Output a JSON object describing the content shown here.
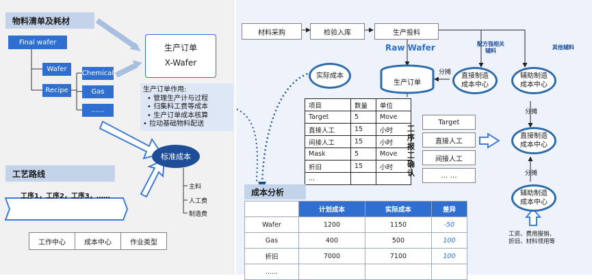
{
  "left": {
    "bom_title": "物料清单及耗材",
    "final_wafer": "Final wafer",
    "wafer": "Wafer",
    "recipe": "Recipe",
    "chemical": "Chemical",
    "gas": "Gas",
    "more": "......",
    "order_title": "生产订单",
    "order_sub": "X-Wafer",
    "role_title": "生产订单作用:",
    "role_items": [
      "管理生产计与过程",
      "归集料工费等成本",
      "生产订单成本核算"
    ],
    "role_extra": "• 拉动基础物料配送",
    "standard_cost": "标准成本",
    "route_title": "工艺路线",
    "steps": "工序1，工序2，工序3，……",
    "bottom_boxes": [
      "工作中心",
      "成本中心",
      "作业类型"
    ],
    "cost_items": [
      "主料",
      "人工费",
      "制造费"
    ]
  },
  "right": {
    "flow": [
      "材料采购",
      "检验入库",
      "生产投料"
    ],
    "raw_wafer": "Raw Wafer",
    "recipe_label": "配方强相关\n辅料",
    "other_label": "其他辅料",
    "actual_cost": "实际成本",
    "order": "生产订单",
    "share1": "分摊",
    "direct_center_top": "直接制造\n成本中心",
    "aux_center_top": "辅助制造\n成本中心",
    "share2": "分摊",
    "direct_center_mid": "直接制造\n成本中心",
    "share3": "分摊",
    "aux_center_bot": "辅助制造\n成本中心",
    "bottom_note": "工资、费用报销、\n折旧、材料领用等",
    "confirm_label": "工序报工确认",
    "confirm_items": [
      "Target",
      "直接人工",
      "间接人工",
      "… …"
    ],
    "project_table": {
      "headers": [
        "项目",
        "数量",
        "单位"
      ],
      "rows": [
        [
          "Target",
          "5",
          "Move"
        ],
        [
          "直接人工",
          "15",
          "小时"
        ],
        [
          "间接人工",
          "15",
          "小时"
        ],
        [
          "Mask",
          "5",
          "Move"
        ],
        [
          "折旧",
          "15",
          "小时"
        ],
        [
          "...",
          "",
          ""
        ]
      ]
    },
    "cost_analysis": {
      "title": "成本分析",
      "headers": [
        "",
        "计划成本",
        "实际成本",
        "差异"
      ],
      "rows": [
        [
          "Wafer",
          "1200",
          "1150",
          "-50"
        ],
        [
          "Gas",
          "400",
          "500",
          "100"
        ],
        [
          "折旧",
          "7000",
          "7100",
          "100"
        ],
        [
          "......",
          "",
          "",
          ""
        ]
      ]
    }
  }
}
